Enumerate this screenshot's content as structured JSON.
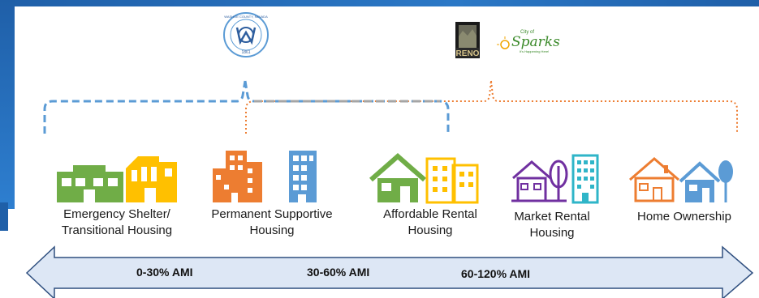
{
  "logos": {
    "washoe": {
      "top_text": "WASHOE COUNTY, NEVADA",
      "year": "1861"
    },
    "reno": {
      "text": "RENO"
    },
    "sparks": {
      "city": "City of",
      "name": "Sparks",
      "tagline": "It's Happening Here!"
    }
  },
  "categories": [
    {
      "label_line1": "Emergency Shelter/",
      "label_line2": "Transitional Housing"
    },
    {
      "label_line1": "Permanent Supportive",
      "label_line2": "Housing"
    },
    {
      "label_line1": "Affordable Rental",
      "label_line2": "Housing"
    },
    {
      "label_line1": "Market Rental",
      "label_line2": "Housing"
    },
    {
      "label_line1": "Home Ownership",
      "label_line2": ""
    }
  ],
  "ami_ranges": [
    "0-30% AMI",
    "30-60% AMI",
    "60-120% AMI"
  ],
  "colors": {
    "county_blue": "#5b9bd5",
    "city_orange": "#ed7d31",
    "overlap_gray": "#a5a5a5",
    "green": "#70ad47",
    "yellow": "#ffc000",
    "orange": "#ed7d31",
    "blue": "#5b9bd5",
    "purple": "#7030a0",
    "teal": "#2fb5c8",
    "arrow_fill": "#dde7f5",
    "arrow_stroke": "#2f4f7f"
  }
}
